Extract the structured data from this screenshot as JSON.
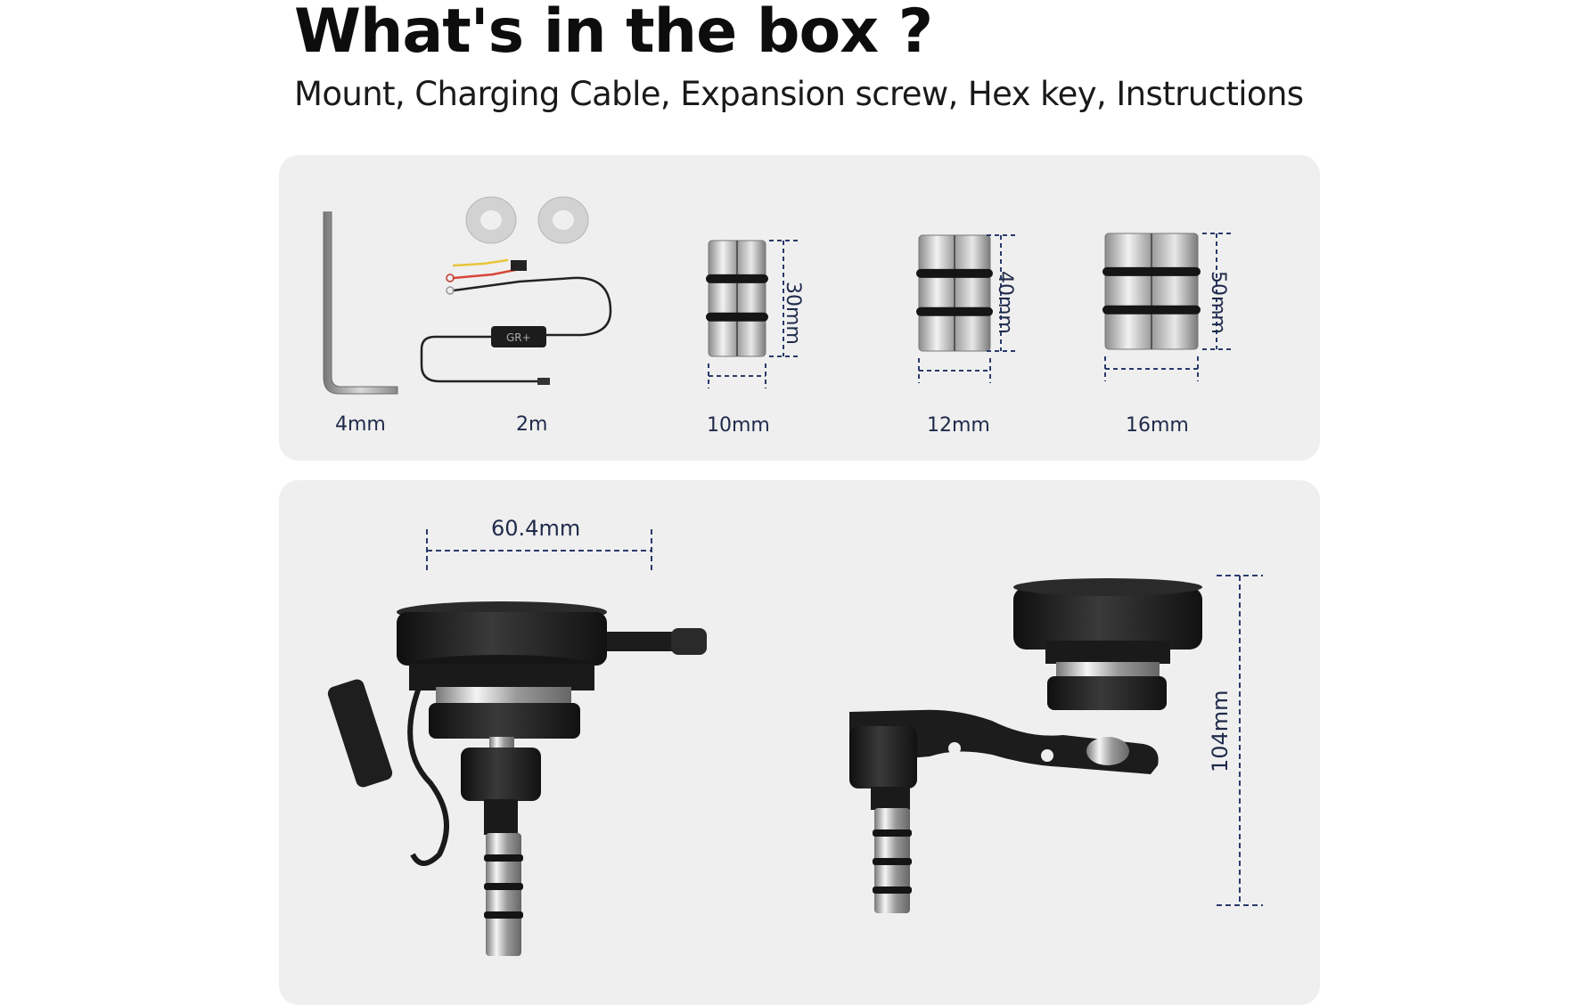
{
  "header": {
    "title": "What's in the box ?",
    "subtitle": "Mount, Charging Cable, Expansion screw, Hex key, Instructions"
  },
  "accessories": {
    "hex_key": {
      "label": "4mm"
    },
    "cable": {
      "label": "2m",
      "logo": "GR+"
    },
    "screw_10": {
      "width_label": "10mm",
      "height_label": "30mm"
    },
    "screw_12": {
      "width_label": "12mm",
      "height_label": "40mm"
    },
    "screw_16": {
      "width_label": "16mm",
      "height_label": "50mm"
    }
  },
  "mounts": {
    "front_width_label": "60.4mm",
    "side_height_label": "104mm"
  },
  "colors": {
    "panel_bg": "#efefef",
    "dimension_line": "#2b3a6b",
    "metal_dark": "#1c1c1c",
    "chrome": "#c9c9c9"
  }
}
